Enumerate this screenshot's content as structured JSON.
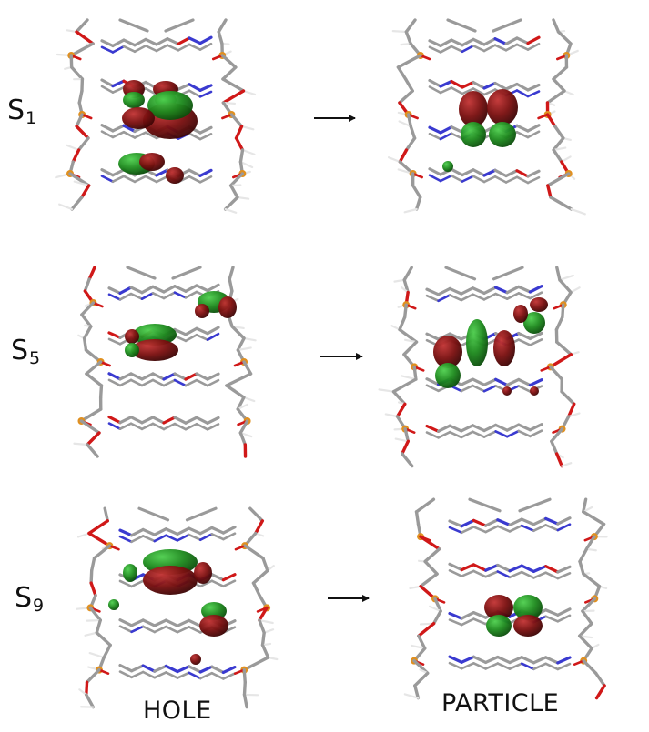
{
  "rows": [
    {
      "state": "S",
      "subscript": "1"
    },
    {
      "state": "S",
      "subscript": "5"
    },
    {
      "state": "S",
      "subscript": "9"
    }
  ],
  "columns": {
    "left": "HOLE",
    "right": "PARTICLE"
  },
  "colors": {
    "lobe_positive": "#1e8a1e",
    "lobe_negative": "#7a1010",
    "carbon": "#9a9a9a",
    "nitrogen": "#3a3ad0",
    "oxygen": "#d01818",
    "phosphorus": "#e09020",
    "hydrogen": "#e6e6e6"
  }
}
